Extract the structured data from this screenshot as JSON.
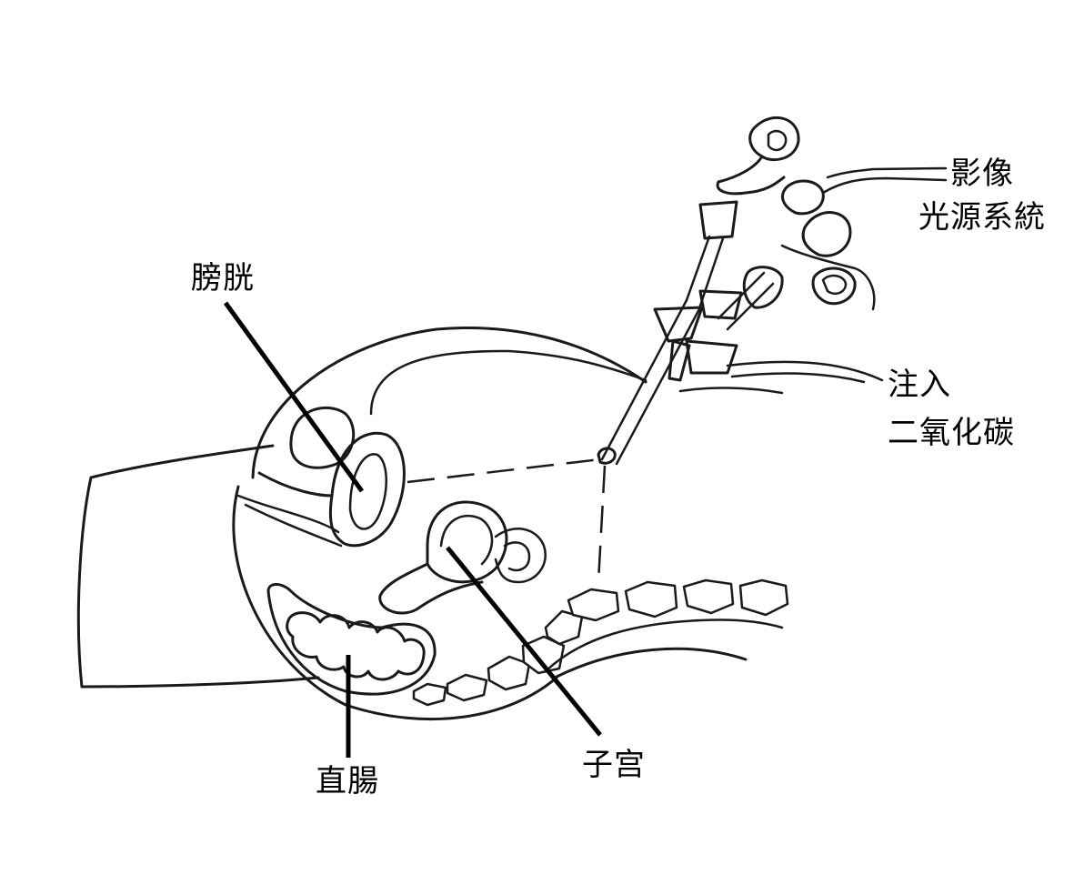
{
  "labels": {
    "bladder": "膀胱",
    "uterus": "子宫",
    "rectum": "直腸",
    "video_light_line1": "影像",
    "video_light_line2": "光源系統",
    "co2_line1": "注入",
    "co2_line2": "二氧化碳"
  },
  "colors": {
    "line": "#1a1a1a",
    "background": "#ffffff"
  }
}
